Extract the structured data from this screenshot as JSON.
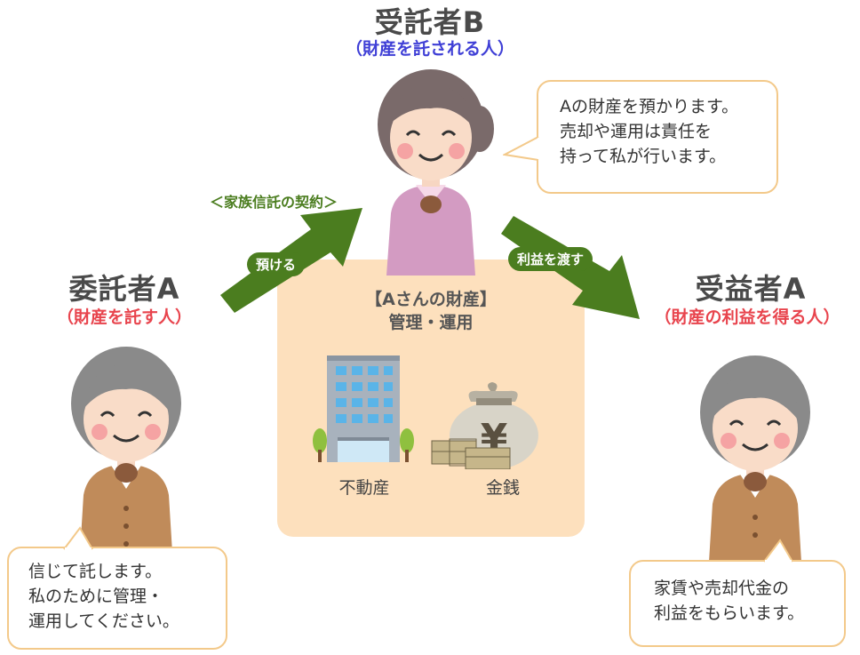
{
  "colors": {
    "title_gray": "#4a4a4a",
    "trustee_sub": "#3f3fd6",
    "settlor_sub": "#e8444d",
    "beneficiary_sub": "#e8444d",
    "arrow_green": "#4b7d1f",
    "contract_green": "#4b7d1f",
    "bubble_border": "#f3c98a",
    "asset_box": "#fde0bd"
  },
  "trustee": {
    "title": "受託者B",
    "subtitle": "（財産を託される人）",
    "bubble": [
      "Aの財産を預かります。",
      "売却や運用は責任を",
      "持って私が行います。"
    ]
  },
  "settlor": {
    "title": "委託者A",
    "subtitle": "（財産を託す人）",
    "bubble": [
      "信じて託します。",
      "私のために管理・",
      "運用してください。"
    ]
  },
  "beneficiary": {
    "title": "受益者A",
    "subtitle": "（財産の利益を得る人）",
    "bubble": [
      "家賃や売却代金の",
      "利益をもらいます。"
    ]
  },
  "contract_label": "＜家族信託の契約＞",
  "arrows": {
    "entrust_label": "預ける",
    "benefit_label": "利益を渡す"
  },
  "assets": {
    "title": "【Aさんの財産】",
    "subtitle": "管理・運用",
    "items": [
      {
        "label": "不動産",
        "icon": "building-icon"
      },
      {
        "label": "金銭",
        "icon": "money-bag-icon"
      }
    ],
    "yen_symbol": "¥"
  }
}
